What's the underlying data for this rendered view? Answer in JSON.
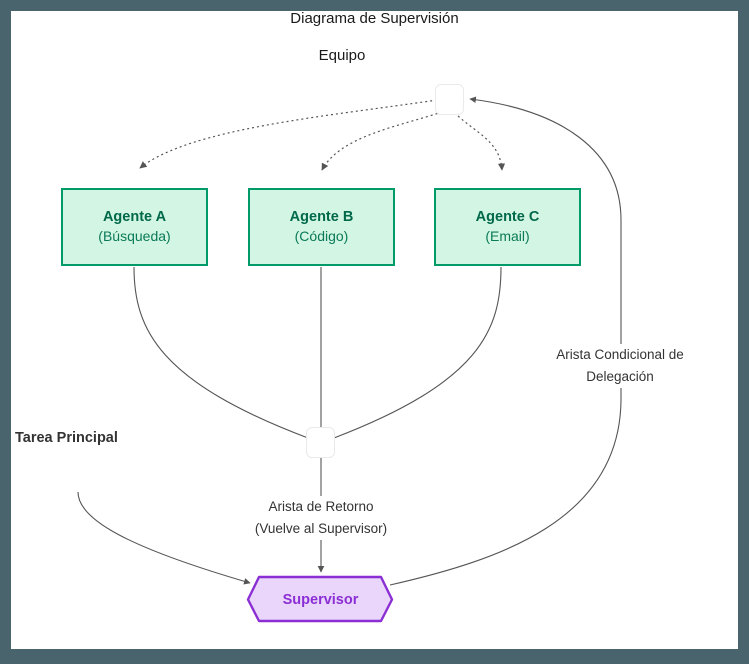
{
  "diagram": {
    "title": "Diagrama de Supervisión",
    "subgraph_title": "Equipo",
    "frame_color": "#4a646e",
    "canvas_color": "#ffffff"
  },
  "nodes": {
    "agents": [
      {
        "id": "agent-a",
        "title": "Agente A",
        "subtitle": "(Búsqueda)",
        "border_color": "#009b68",
        "fill_color": "#d3f5e3",
        "title_color": "#00694a"
      },
      {
        "id": "agent-b",
        "title": "Agente B",
        "subtitle": "(Código)",
        "border_color": "#009b68",
        "fill_color": "#d3f5e3",
        "title_color": "#00694a"
      },
      {
        "id": "agent-c",
        "title": "Agente C",
        "subtitle": "(Email)",
        "border_color": "#009b68",
        "fill_color": "#d3f5e3",
        "title_color": "#00694a"
      }
    ],
    "supervisor": {
      "label": "Supervisor",
      "shape": "hexagon",
      "border_color": "#8b2fd4",
      "fill_color": "#ead6fb",
      "text_color": "#8b2fd4"
    },
    "junction_top": {
      "label": ""
    },
    "junction_bottom": {
      "label": ""
    }
  },
  "labels": {
    "tarea_principal": "Tarea Principal",
    "arista_retorno_line1": "Arista de Retorno",
    "arista_retorno_line2": "(Vuelve al Supervisor)",
    "arista_condicional_line1": "Arista Condicional de",
    "arista_condicional_line2": "Delegación"
  },
  "edges": {
    "style_dotted": "dotted",
    "style_solid": "solid",
    "stroke_color": "#555555"
  }
}
